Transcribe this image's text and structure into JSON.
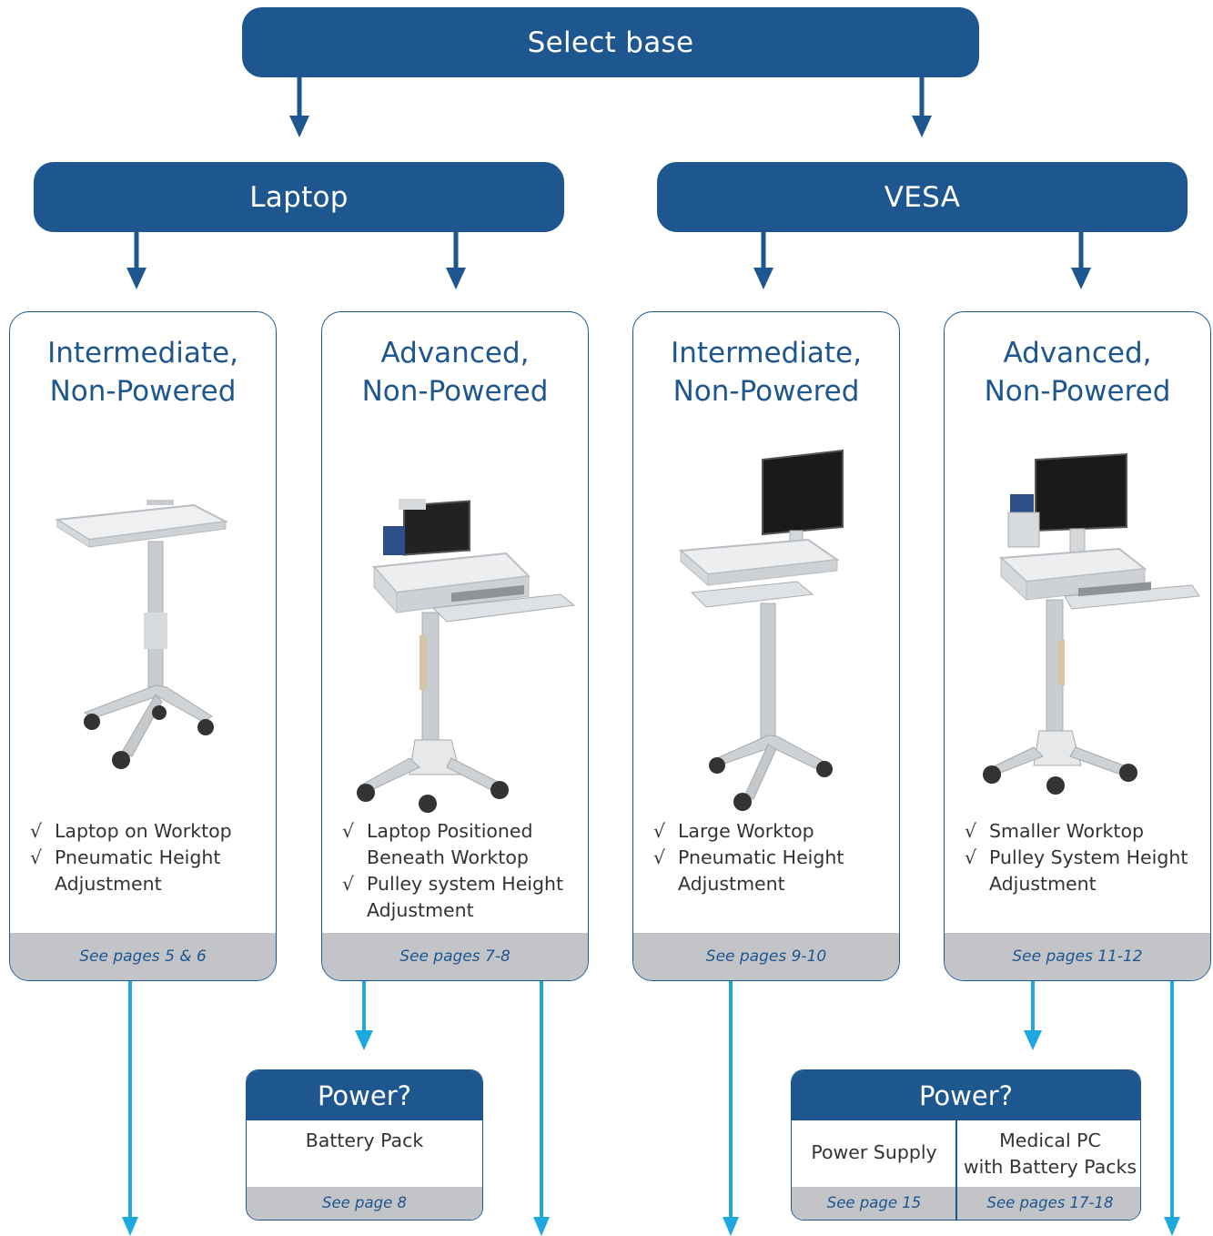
{
  "top": {
    "title": "Select base"
  },
  "groups": [
    {
      "label": "Laptop"
    },
    {
      "label": "VESA"
    }
  ],
  "cards": [
    {
      "title": [
        "Intermediate,",
        "Non-Powered"
      ],
      "features": [
        [
          "Laptop on Worktop"
        ],
        [
          "Pneumatic Height",
          "Adjustment"
        ]
      ],
      "footer": "See pages 5 & 6"
    },
    {
      "title": [
        "Advanced,",
        "Non-Powered"
      ],
      "features": [
        [
          "Laptop Positioned",
          "Beneath Worktop"
        ],
        [
          "Pulley system Height",
          "Adjustment"
        ]
      ],
      "footer": "See pages 7-8"
    },
    {
      "title": [
        "Intermediate,",
        "Non-Powered"
      ],
      "features": [
        [
          "Large Worktop"
        ],
        [
          "Pneumatic Height",
          "Adjustment"
        ]
      ],
      "footer": "See pages 9-10"
    },
    {
      "title": [
        "Advanced,",
        "Non-Powered"
      ],
      "features": [
        [
          "Smaller Worktop"
        ],
        [
          "Pulley System Height",
          "Adjustment"
        ]
      ],
      "footer": "See pages 11-12"
    }
  ],
  "check_mark": "√",
  "power_boxes": [
    {
      "title": "Power?",
      "options": [
        {
          "label": [
            "Battery Pack"
          ],
          "footer": "See page 8"
        }
      ]
    },
    {
      "title": "Power?",
      "options": [
        {
          "label": [
            "Power Supply"
          ],
          "footer": "See page 15"
        },
        {
          "label": [
            "Medical PC",
            "with Battery Packs"
          ],
          "footer": "See pages 17-18"
        }
      ]
    }
  ],
  "colors": {
    "primary": "#1e5690",
    "flow_arrow": "#1fa8e0",
    "footer_gray": "#c2c4c7",
    "text": "#333333"
  },
  "images": [
    "laptop-cart-image",
    "advanced-laptop-cart-image",
    "vesa-monitor-cart-image",
    "advanced-vesa-cart-image"
  ]
}
